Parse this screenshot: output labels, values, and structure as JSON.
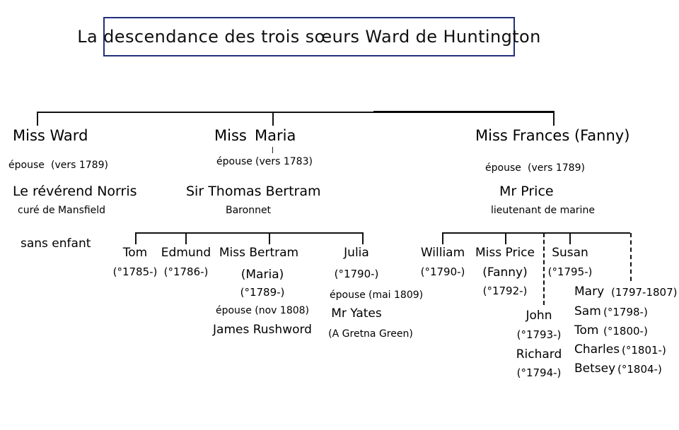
{
  "title": {
    "text": "La descendance des trois sœurs Ward de Huntington",
    "border_color": "#20307a"
  },
  "branches": {
    "ward": {
      "name": "Miss Ward",
      "marriage_label": "épouse",
      "marriage_date": "(vers 1789)",
      "spouse": "Le révérend Norris",
      "spouse_title": "curé de Mansfield",
      "children_note": "sans enfant"
    },
    "maria": {
      "name_first": "Miss",
      "name_second": "Maria",
      "marriage_label": "épouse",
      "marriage_date": "(vers 1783)",
      "spouse": "Sir Thomas Bertram",
      "spouse_title": "Baronnet"
    },
    "frances": {
      "name": "Miss Frances (Fanny)",
      "marriage_label": "épouse",
      "marriage_date": "(vers 1789)",
      "spouse": "Mr Price",
      "spouse_title": "lieutenant de marine"
    }
  },
  "bertram_children": {
    "tom": {
      "name": "Tom",
      "dates": "(°1785-)"
    },
    "edmund": {
      "name": "Edmund",
      "dates": "(°1786-)"
    },
    "maria": {
      "name": "Miss Bertram",
      "alias": "(Maria)",
      "dates": "(°1789-)",
      "marriage": "épouse (nov 1808)",
      "spouse": "James Rushword"
    },
    "julia": {
      "name": "Julia",
      "dates": "(°1790-)",
      "marriage_label": "épouse",
      "marriage_date": "(mai 1809)",
      "spouse": "Mr Yates",
      "spouse_note": "(A Gretna Green)"
    }
  },
  "price_children": {
    "william": {
      "name": "William",
      "dates": "(°1790-)"
    },
    "fanny": {
      "name": "Miss Price",
      "alias": "(Fanny)",
      "dates": "(°1792-)"
    },
    "susan": {
      "name": "Susan",
      "dates": "(°1795-)"
    },
    "john": {
      "name": "John",
      "dates": "(°1793-)"
    },
    "richard": {
      "name": "Richard",
      "dates": "(°1794-)"
    },
    "others": [
      {
        "name": "Mary",
        "dates": "(1797-1807)"
      },
      {
        "name": "Sam",
        "dates": "(°1798-)"
      },
      {
        "name": "Tom",
        "dates": "(°1800-)"
      },
      {
        "name": "Charles",
        "dates": "(°1801-)"
      },
      {
        "name": "Betsey",
        "dates": "(°1804-)"
      }
    ]
  }
}
